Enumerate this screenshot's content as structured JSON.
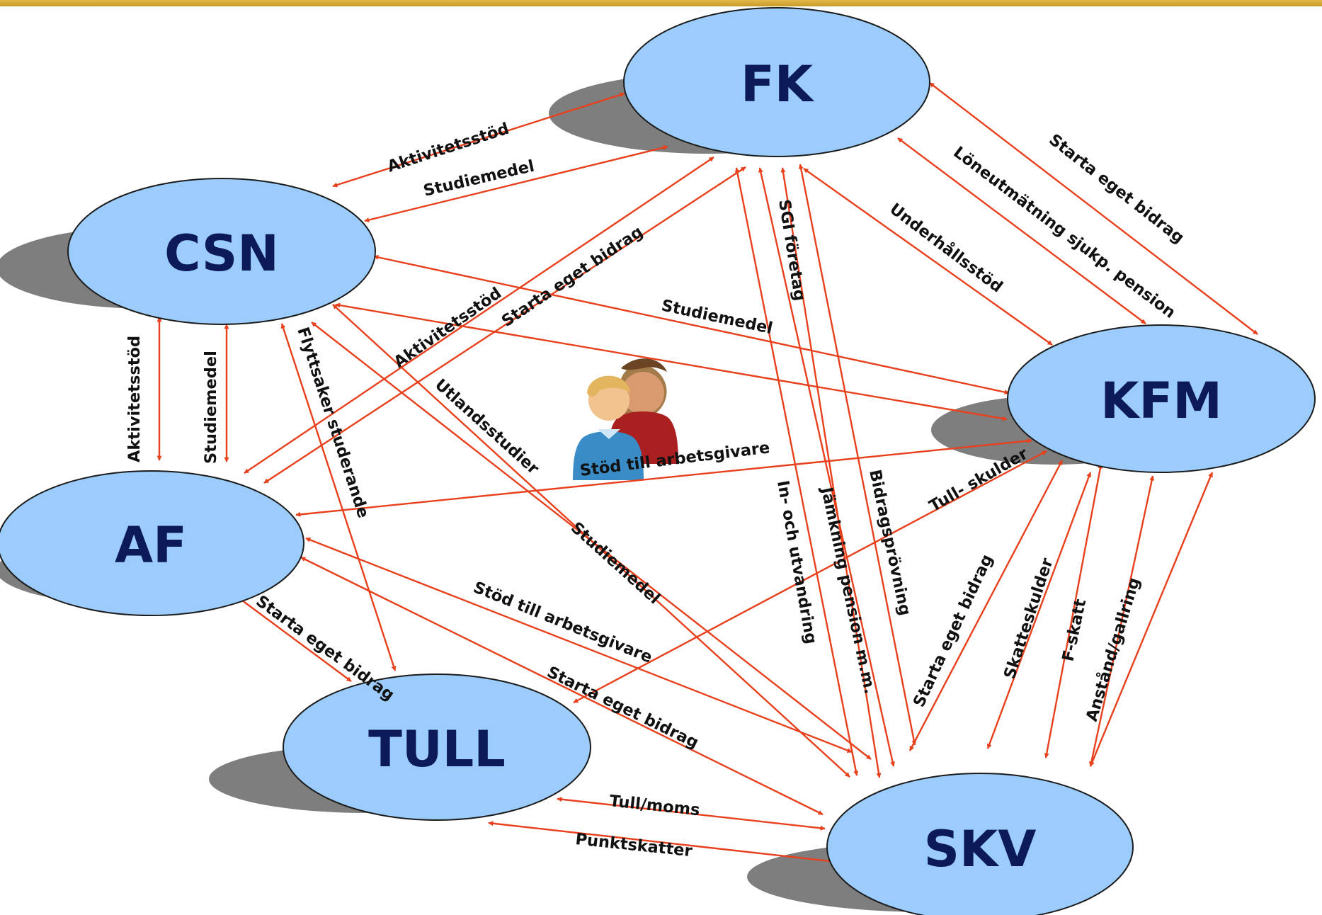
{
  "colors": {
    "node_fill": "#9cccfb",
    "node_stroke": "#1b1b1b",
    "shadow": "#7e7e7e",
    "arrow": "#e8401c",
    "node_text": "#0d1a5a",
    "edge_text": "#111111",
    "top_bar": "#d4a838"
  },
  "nodes": [
    {
      "id": "FK",
      "label": "FK"
    },
    {
      "id": "CSN",
      "label": "CSN"
    },
    {
      "id": "KFM",
      "label": "KFM"
    },
    {
      "id": "AF",
      "label": "AF"
    },
    {
      "id": "TULL",
      "label": "TULL"
    },
    {
      "id": "SKV",
      "label": "SKV"
    }
  ],
  "edges": [
    {
      "from": "CSN",
      "to": "FK",
      "label": "Aktivitetsstöd"
    },
    {
      "from": "CSN",
      "to": "FK",
      "label": "Studiemedel"
    },
    {
      "from": "AF",
      "to": "FK",
      "label": "Aktivitetsstöd"
    },
    {
      "from": "AF",
      "to": "FK",
      "label": "Starta eget bidrag"
    },
    {
      "from": "CSN",
      "to": "KFM",
      "label": "Studiemedel"
    },
    {
      "from": "FK",
      "to": "KFM",
      "label": "Underhållsstöd"
    },
    {
      "from": "FK",
      "to": "KFM",
      "label": "Löneutmätning sjukp. pension"
    },
    {
      "from": "FK",
      "to": "KFM",
      "label": "Starta eget bidrag"
    },
    {
      "from": "CSN",
      "to": "AF",
      "label": "Aktivitetsstöd"
    },
    {
      "from": "CSN",
      "to": "AF",
      "label": "Studiemedel"
    },
    {
      "from": "CSN",
      "to": "TULL",
      "label": "Flyttsaker studerande"
    },
    {
      "from": "CSN",
      "to": "SKV",
      "label": "Utlandsstudier"
    },
    {
      "from": "CSN",
      "to": "SKV",
      "label": "Studiemedel"
    },
    {
      "from": "KFM",
      "to": "AF",
      "label": "Stöd till arbetsgivare"
    },
    {
      "from": "AF",
      "to": "SKV",
      "label": "Stöd till arbetsgivare"
    },
    {
      "from": "AF",
      "to": "SKV",
      "label": "Starta eget bidrag"
    },
    {
      "from": "AF",
      "to": "TULL",
      "label": "Starta eget bidrag"
    },
    {
      "from": "KFM",
      "to": "TULL",
      "label": "Tull- skulder"
    },
    {
      "from": "FK",
      "to": "SKV",
      "label": "SGI företag"
    },
    {
      "from": "FK",
      "to": "SKV",
      "label": "In- och utvandring"
    },
    {
      "from": "FK",
      "to": "SKV",
      "label": "Jämkning pension m.m."
    },
    {
      "from": "FK",
      "to": "SKV",
      "label": "Bidragsprövning"
    },
    {
      "from": "KFM",
      "to": "SKV",
      "label": "Starta eget bidrag"
    },
    {
      "from": "KFM",
      "to": "SKV",
      "label": "Skatteskulder"
    },
    {
      "from": "KFM",
      "to": "SKV",
      "label": "F-skatt"
    },
    {
      "from": "KFM",
      "to": "SKV",
      "label": "Anstånd/gallring"
    },
    {
      "from": "TULL",
      "to": "SKV",
      "label": "Tull/moms"
    },
    {
      "from": "TULL",
      "to": "SKV",
      "label": "Punktskatter"
    }
  ],
  "icons": [
    {
      "name": "people-icon"
    }
  ]
}
